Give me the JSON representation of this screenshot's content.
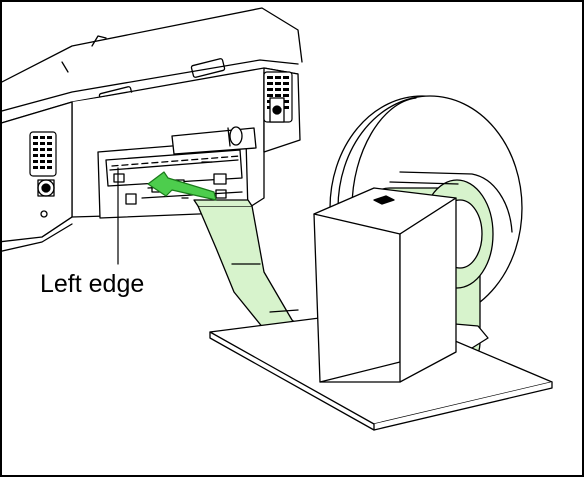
{
  "callout": {
    "label": "Left edge"
  },
  "colors": {
    "paper": "#d7f3cc",
    "paper_edge": "#9fd489",
    "arrow": "#4dcd4d",
    "outline": "#000000",
    "shade": "#9a9a9a",
    "device": "#ffffff"
  },
  "icons": [
    "feed-direction-arrow",
    "label-roll",
    "roll-holder-stand",
    "printer-rear",
    "connector-port",
    "vent-grille"
  ]
}
